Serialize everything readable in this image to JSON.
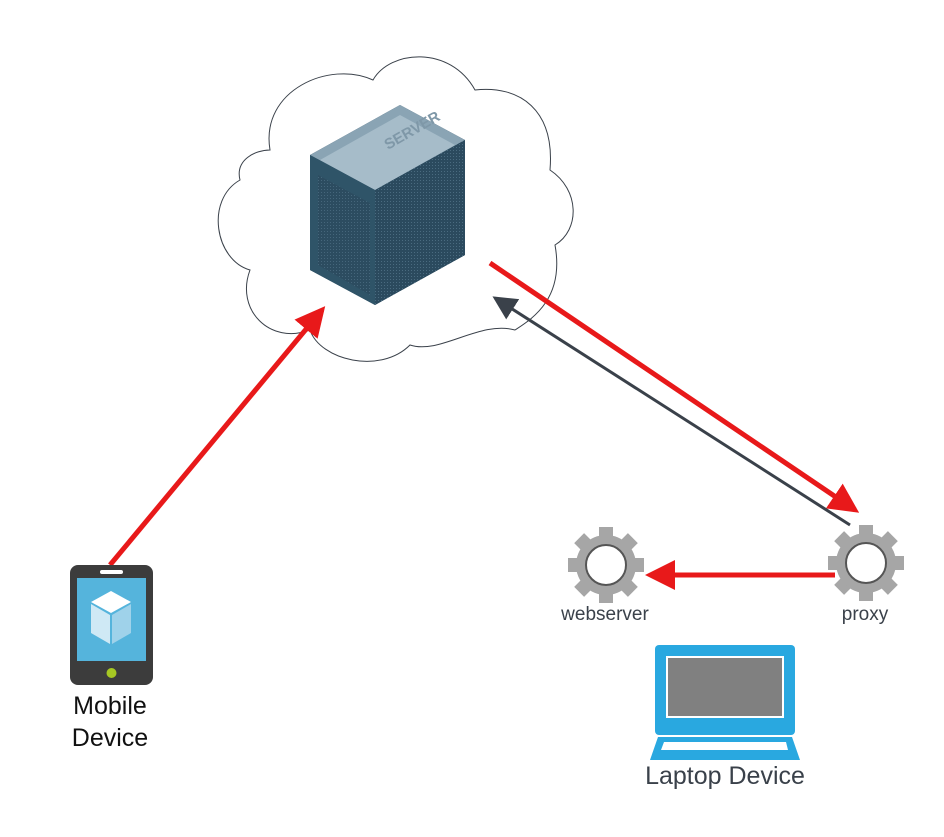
{
  "diagram": {
    "nodes": {
      "server": {
        "label": "SERVER",
        "container": "cloud"
      },
      "mobile": {
        "label_line1": "Mobile",
        "label_line2": "Device"
      },
      "webserver": {
        "label": "webserver"
      },
      "proxy": {
        "label": "proxy"
      },
      "laptop": {
        "label": "Laptop Device"
      }
    },
    "edges": [
      {
        "from": "mobile",
        "to": "server",
        "color": "#e8191a"
      },
      {
        "from": "server",
        "to": "proxy",
        "color": "#e8191a"
      },
      {
        "from": "proxy",
        "to": "server",
        "color": "#3a414a"
      },
      {
        "from": "proxy",
        "to": "webserver",
        "color": "#e8191a"
      }
    ],
    "colors": {
      "arrow_red": "#e8191a",
      "arrow_dark": "#3a414a",
      "gear": "#a6a6a6",
      "laptop": "#29a8e0",
      "phone_screen": "#55b4dc"
    }
  }
}
